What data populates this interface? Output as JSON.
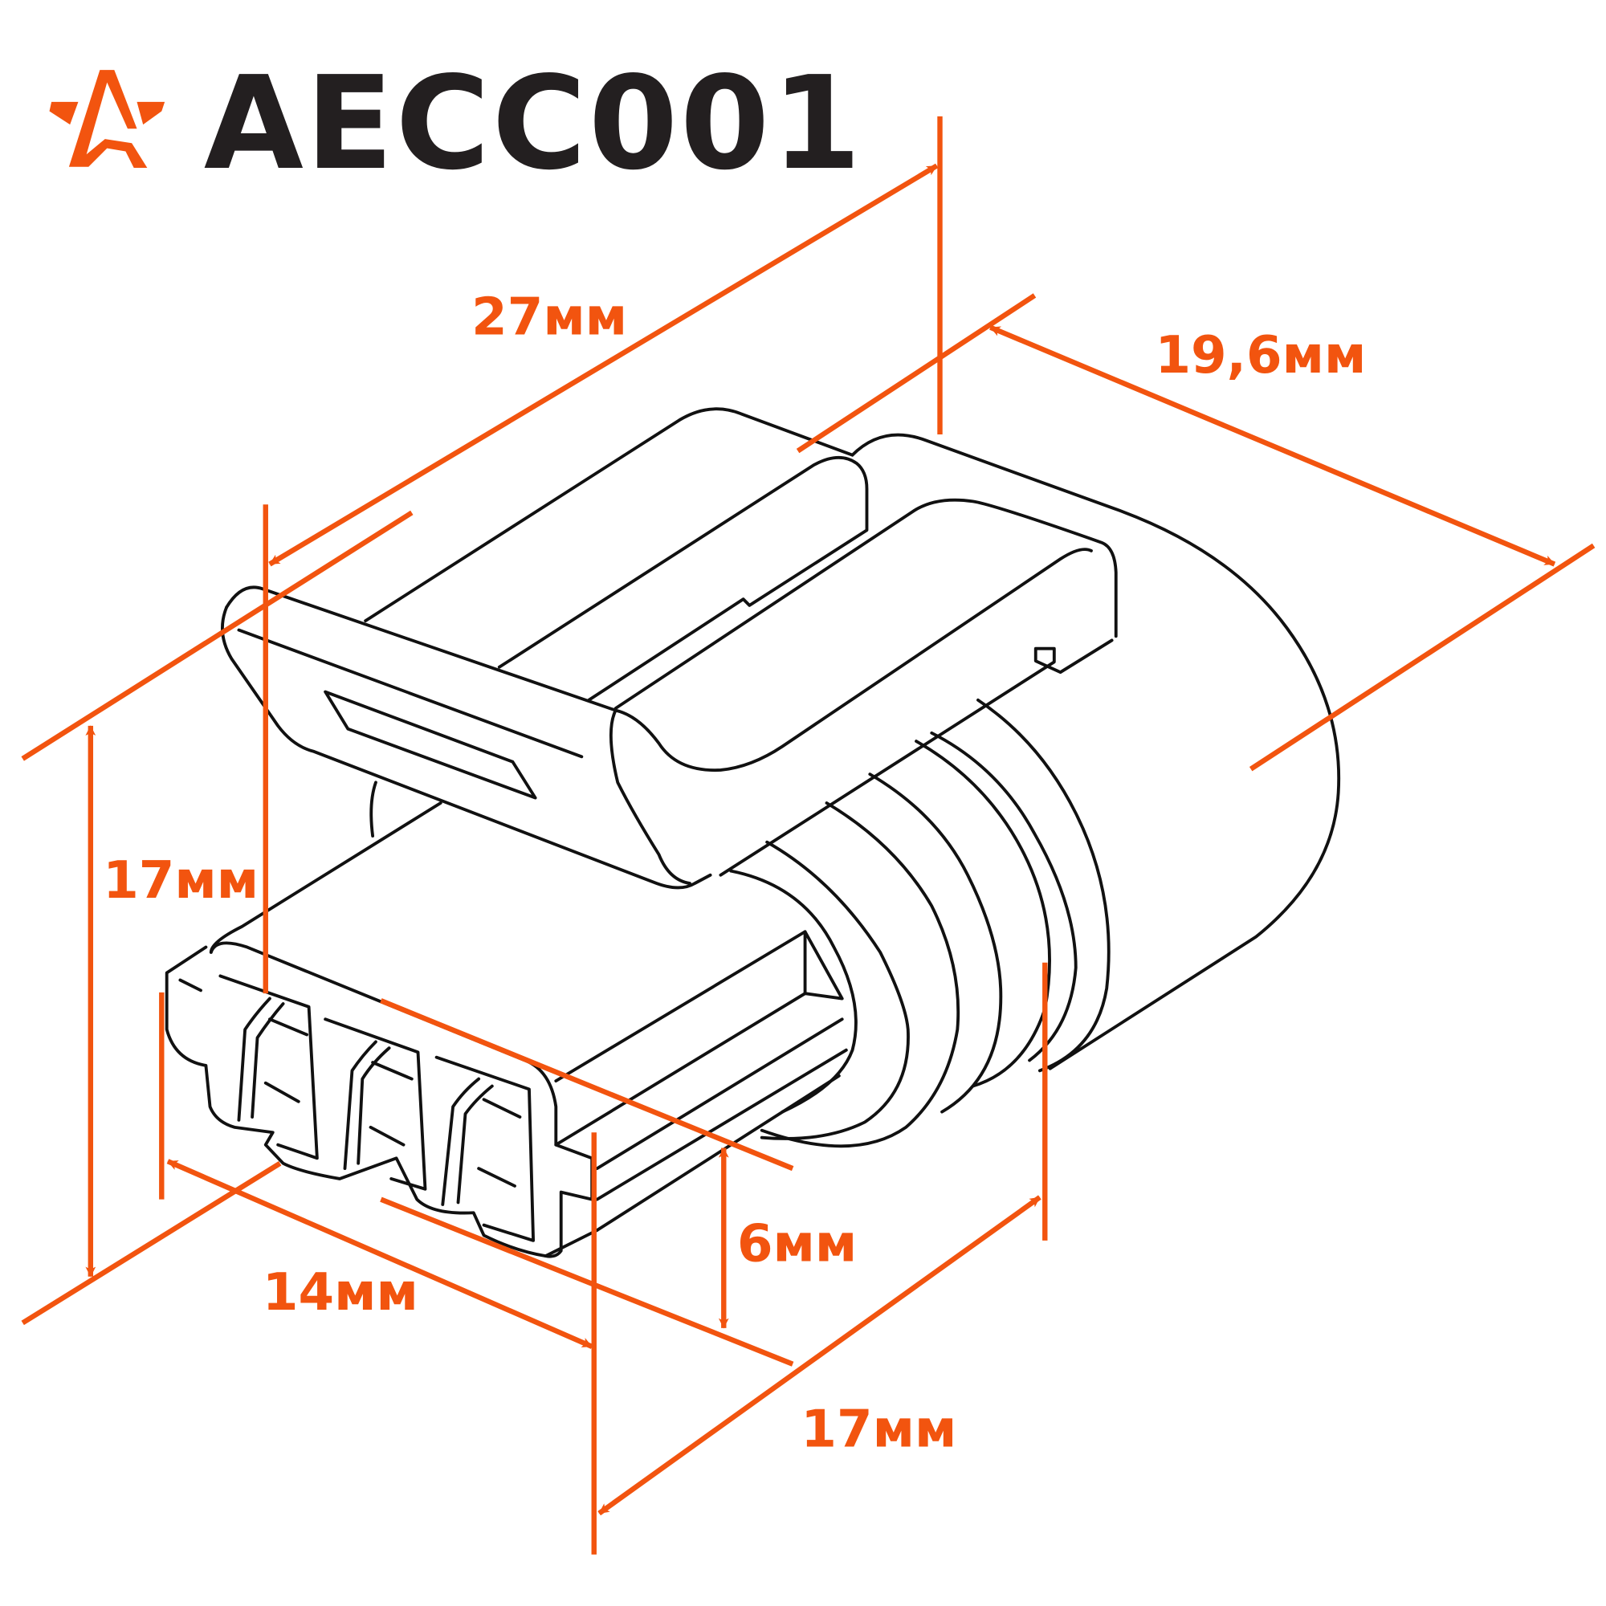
{
  "header": {
    "logo_text": "A",
    "title": "AECC001"
  },
  "colors": {
    "accent": "#f2540f",
    "outline": "#111111",
    "title": "#231f20"
  },
  "dimensions": {
    "length": "27мм",
    "width": "19,6мм",
    "height": "17мм",
    "face_width": "14мм",
    "slot_height": "6мм",
    "depth": "17мм"
  }
}
